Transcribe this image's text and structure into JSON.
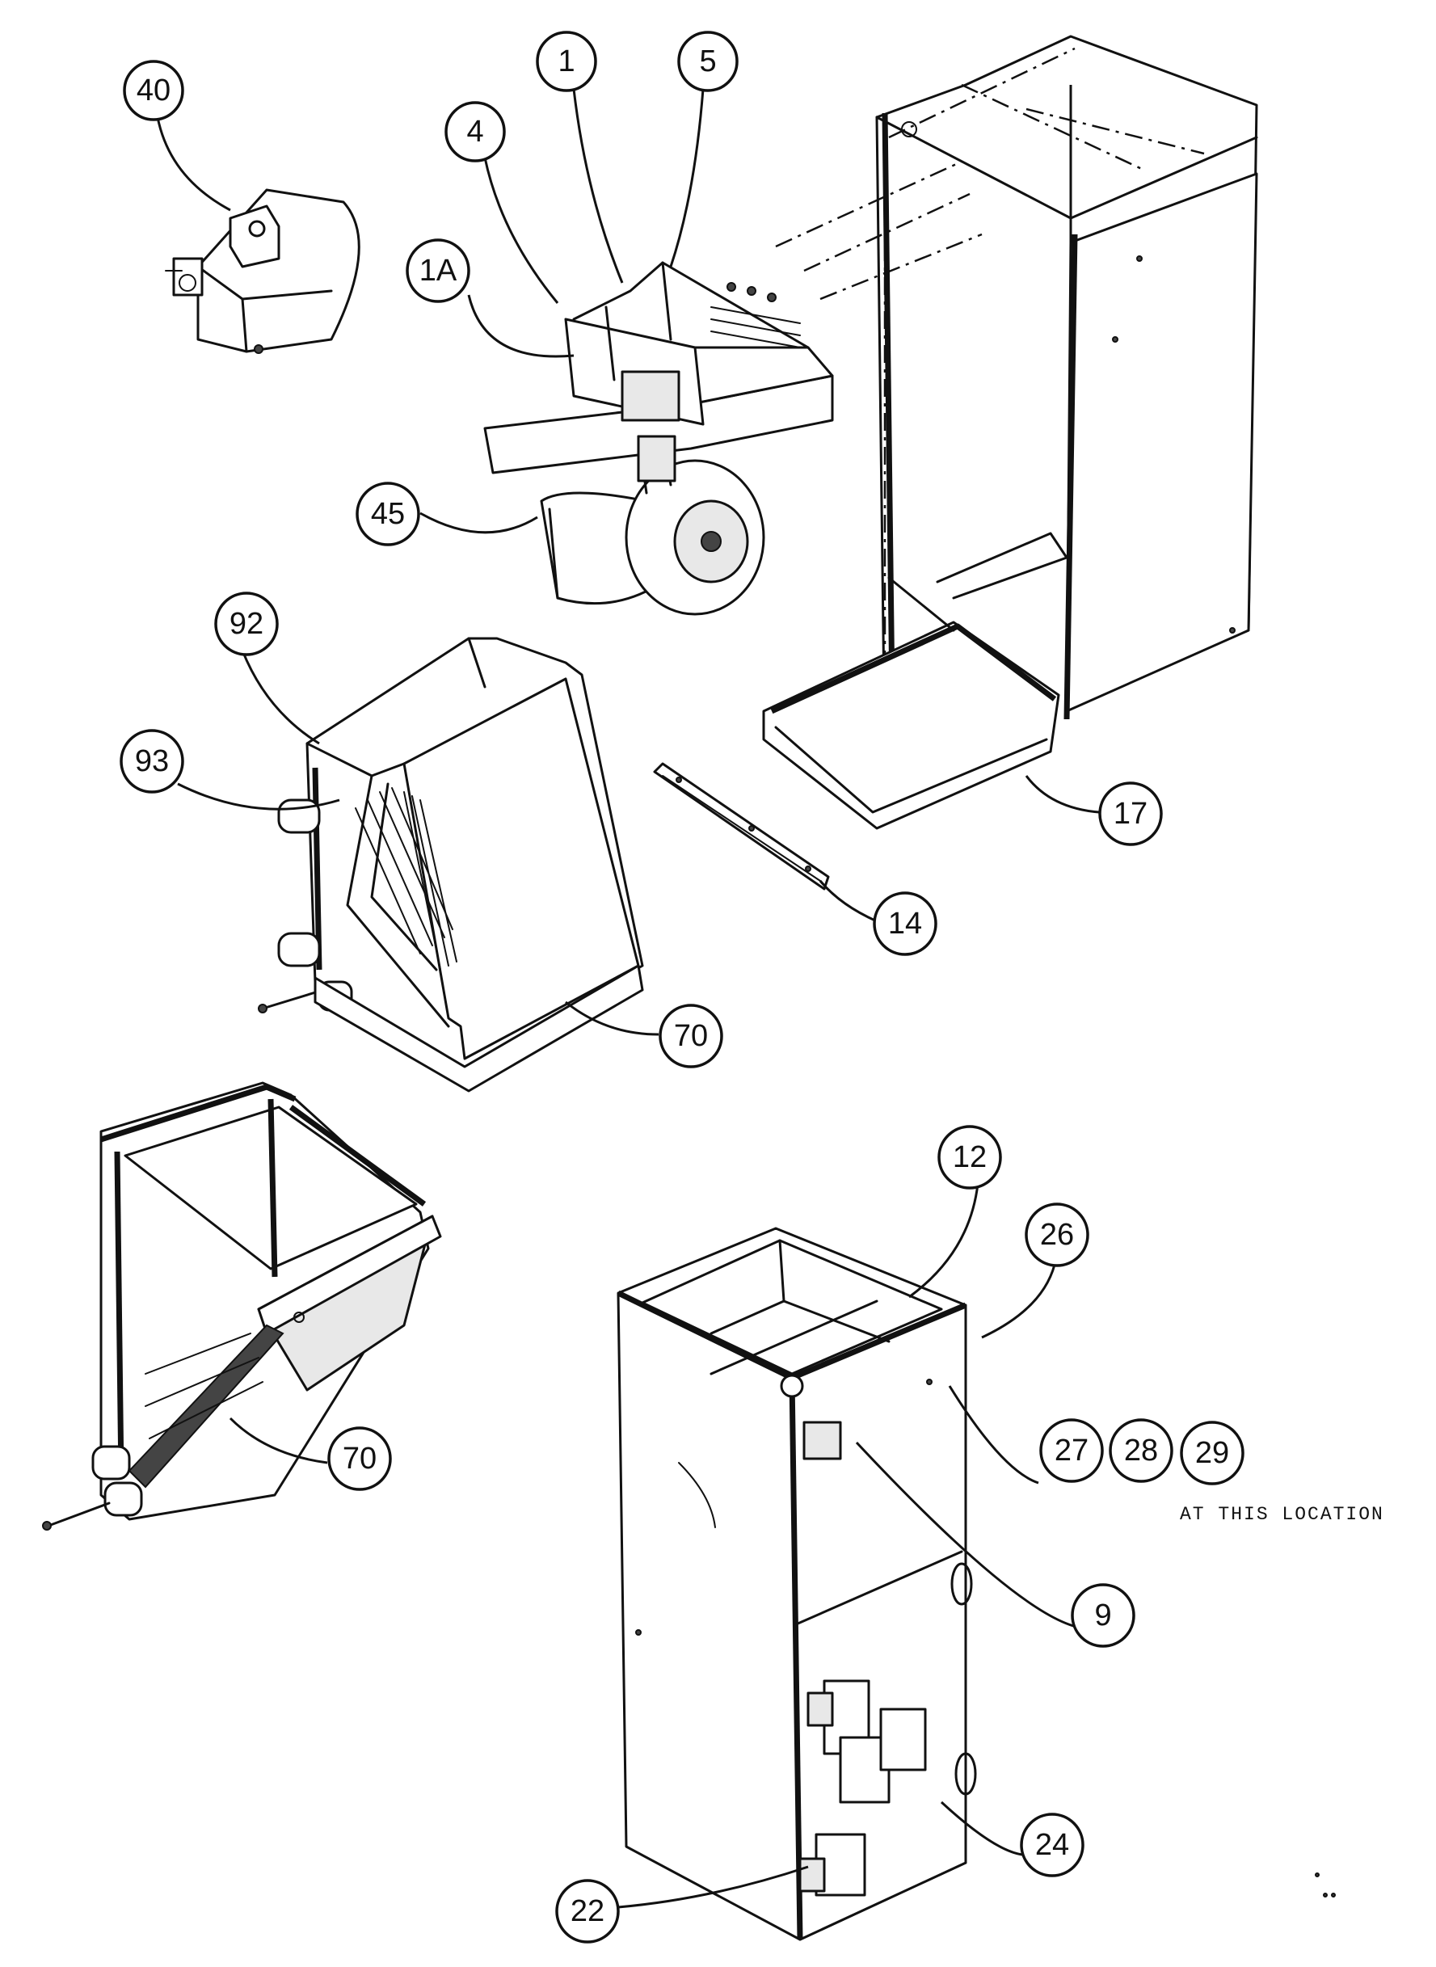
{
  "callouts": [
    {
      "label": "40",
      "part": "part-40"
    },
    {
      "label": "4",
      "part": "part-4"
    },
    {
      "label": "1",
      "part": "part-1"
    },
    {
      "label": "5",
      "part": "part-5"
    },
    {
      "label": "1A",
      "part": "part-1a"
    },
    {
      "label": "45",
      "part": "part-45"
    },
    {
      "label": "92",
      "part": "part-92"
    },
    {
      "label": "93",
      "part": "part-93"
    },
    {
      "label": "17",
      "part": "part-17"
    },
    {
      "label": "14",
      "part": "part-14"
    },
    {
      "label": "70",
      "part": "part-70-a"
    },
    {
      "label": "12",
      "part": "part-12"
    },
    {
      "label": "26",
      "part": "part-26"
    },
    {
      "label": "70",
      "part": "part-70-b"
    },
    {
      "label": "27",
      "part": "part-27"
    },
    {
      "label": "28",
      "part": "part-28"
    },
    {
      "label": "29",
      "part": "part-29"
    },
    {
      "label": "9",
      "part": "part-9"
    },
    {
      "label": "24",
      "part": "part-24"
    },
    {
      "label": "22",
      "part": "part-22"
    }
  ],
  "note": "AT THIS LOCATION"
}
